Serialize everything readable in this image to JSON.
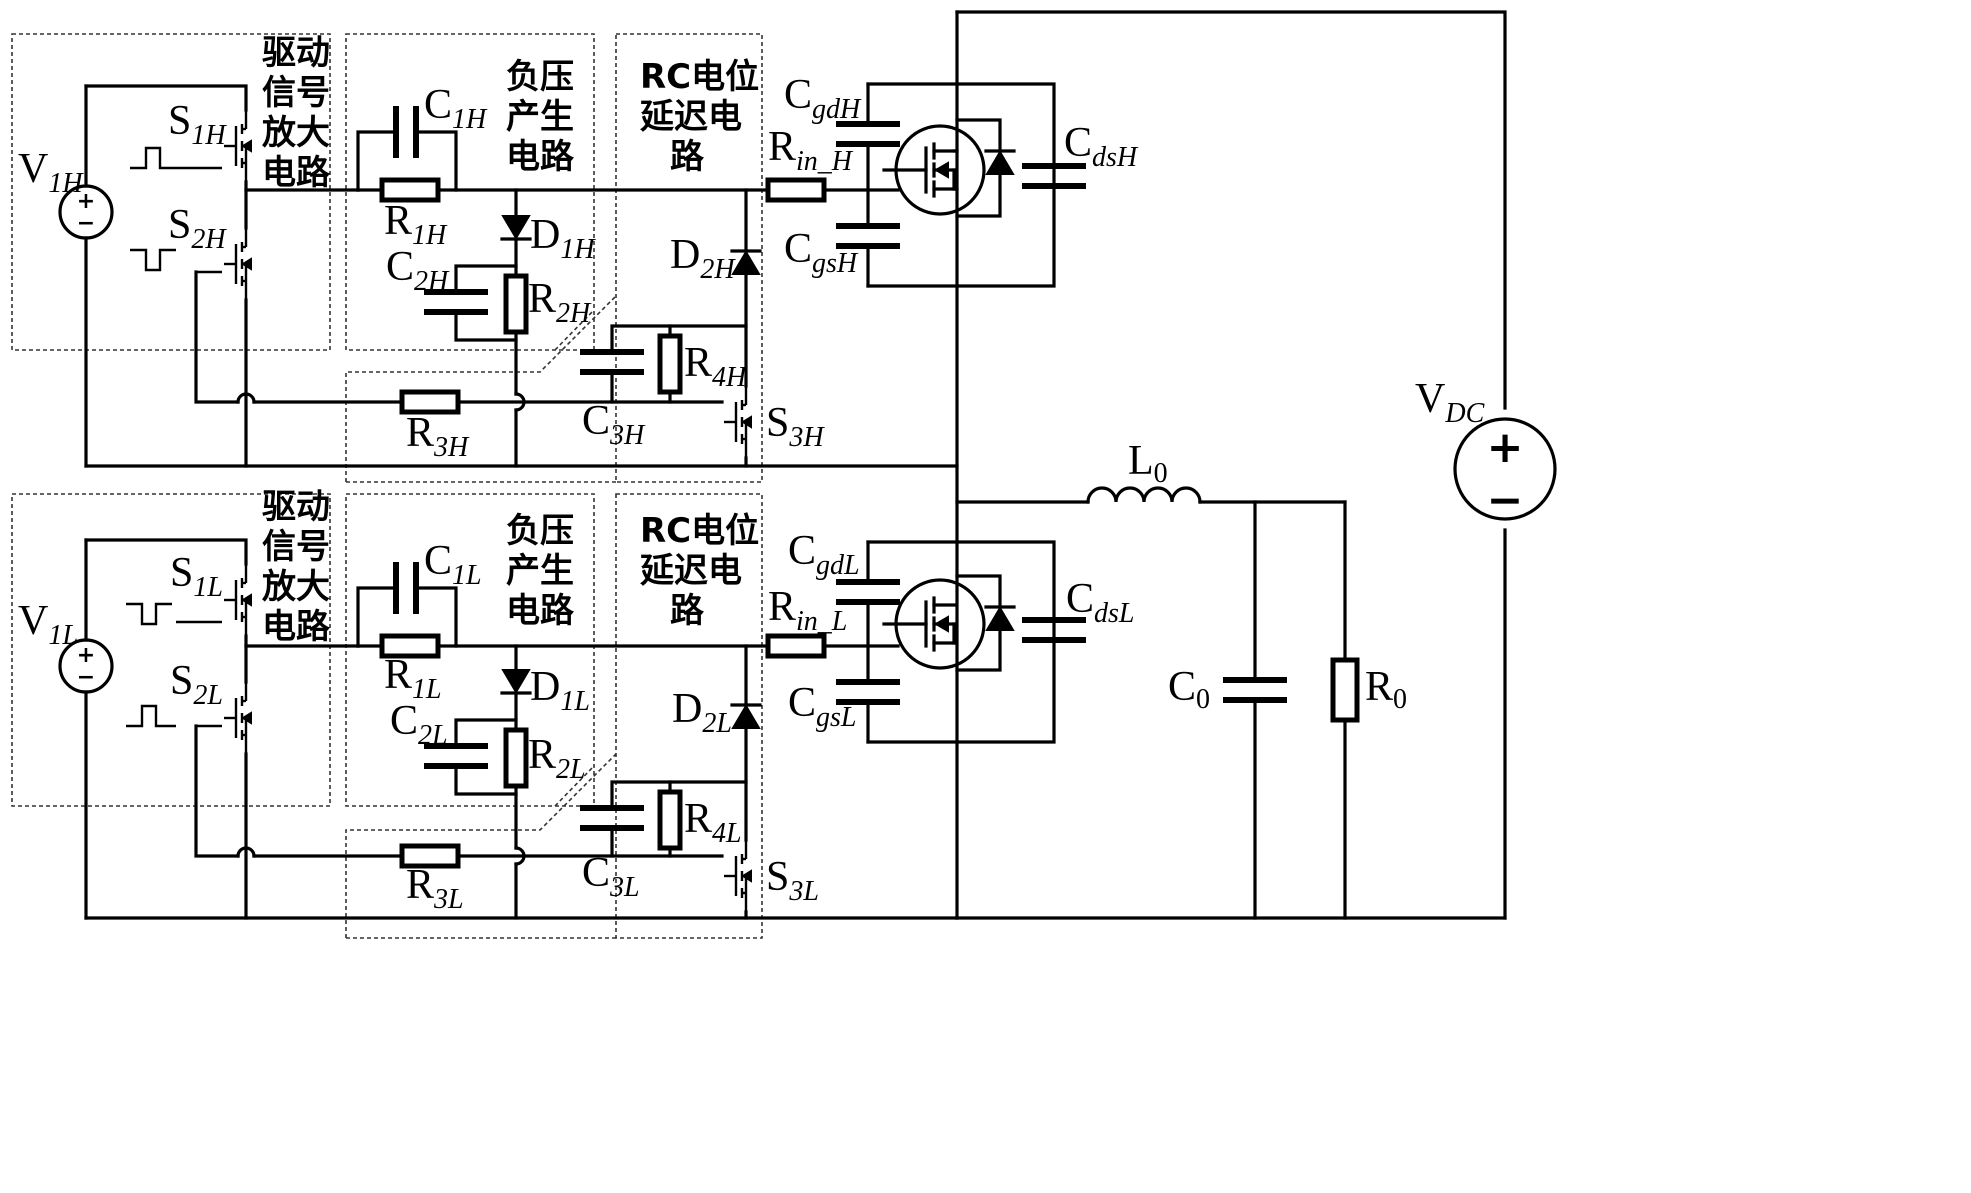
{
  "blocks": {
    "driver_amp": [
      "驱动",
      "信号",
      "放大",
      "电路"
    ],
    "neg_voltage": [
      "负压",
      "产生",
      "电路"
    ],
    "rc_delay": [
      "RC电位",
      "延迟电",
      "路"
    ]
  },
  "high_side": {
    "v1": {
      "main": "V",
      "sub": "1H"
    },
    "s1": {
      "main": "S",
      "sub": "1H"
    },
    "s2": {
      "main": "S",
      "sub": "2H"
    },
    "c1": {
      "main": "C",
      "sub": "1H"
    },
    "r1": {
      "main": "R",
      "sub": "1H"
    },
    "d1": {
      "main": "D",
      "sub": "1H"
    },
    "c2": {
      "main": "C",
      "sub": "2H"
    },
    "r2": {
      "main": "R",
      "sub": "2H"
    },
    "d2": {
      "main": "D",
      "sub": "2H"
    },
    "r4": {
      "main": "R",
      "sub": "4H"
    },
    "c3": {
      "main": "C",
      "sub": "3H"
    },
    "r3": {
      "main": "R",
      "sub": "3H"
    },
    "s3": {
      "main": "S",
      "sub": "3H"
    },
    "rin": {
      "main": "R",
      "sub": "in_H"
    },
    "cgd": {
      "main": "C",
      "sub": "gdH"
    },
    "cgs": {
      "main": "C",
      "sub": "gsH"
    },
    "cds": {
      "main": "C",
      "sub": "dsH"
    }
  },
  "low_side": {
    "v1": {
      "main": "V",
      "sub": "1L"
    },
    "s1": {
      "main": "S",
      "sub": "1L"
    },
    "s2": {
      "main": "S",
      "sub": "2L"
    },
    "c1": {
      "main": "C",
      "sub": "1L"
    },
    "r1": {
      "main": "R",
      "sub": "1L"
    },
    "d1": {
      "main": "D",
      "sub": "1L"
    },
    "c2": {
      "main": "C",
      "sub": "2L"
    },
    "r2": {
      "main": "R",
      "sub": "2L"
    },
    "d2": {
      "main": "D",
      "sub": "2L"
    },
    "r4": {
      "main": "R",
      "sub": "4L"
    },
    "c3": {
      "main": "C",
      "sub": "3L"
    },
    "r3": {
      "main": "R",
      "sub": "3L"
    },
    "s3": {
      "main": "S",
      "sub": "3L"
    },
    "rin": {
      "main": "R",
      "sub": "in_L"
    },
    "cgd": {
      "main": "C",
      "sub": "gdL"
    },
    "cgs": {
      "main": "C",
      "sub": "gsL"
    },
    "cds": {
      "main": "C",
      "sub": "dsL"
    }
  },
  "power": {
    "vdc": {
      "main": "V",
      "sub": "DC"
    },
    "l0": {
      "main": "L",
      "sub": "0"
    },
    "c0": {
      "main": "C",
      "sub": "0"
    },
    "r0": {
      "main": "R",
      "sub": "0"
    }
  }
}
